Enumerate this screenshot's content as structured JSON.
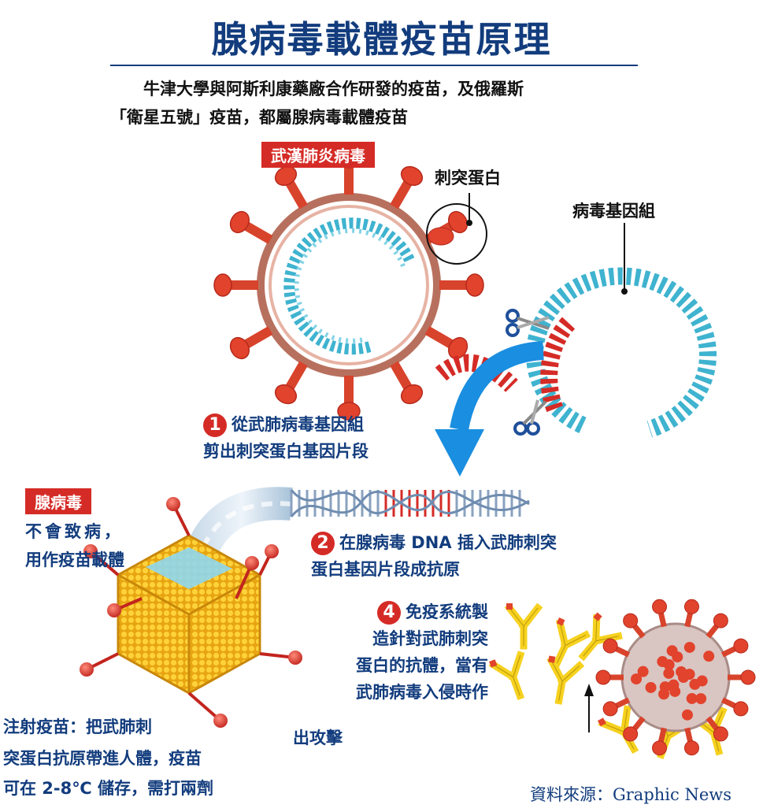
{
  "title": "腺病毒載體疫苗原理",
  "intro_line1": "牛津大學與阿斯利康藥廠合作研發的疫苗，及俄羅斯",
  "intro_line2": "「衛星五號」疫苗，都屬腺病毒載體疫苗",
  "covid_tag": "武漢肺炎病毒",
  "spike_label": "刺突蛋白",
  "genome_label": "病毒基因組",
  "step1_num": "1",
  "step1_line1": "從武肺病毒基因組",
  "step1_line2": "剪出刺突蛋白基因片段",
  "adeno_tag": "腺病毒",
  "adeno_line1": "不會致病，",
  "adeno_line2": "用作疫苗載體",
  "step2_num": "2",
  "step2_line1": "在腺病毒 DNA 插入武肺刺突",
  "step2_line2": "蛋白基因片段成抗原",
  "step4_num": "4",
  "step4_line1": "免疫系統製",
  "step4_line2": "造針對武肺刺突",
  "step4_line3": "蛋白的抗體，當有",
  "step4_line4": "武肺病毒入侵時作",
  "step4_line5": "出攻擊",
  "inject_line1": "注射疫苗：把武肺刺",
  "inject_line2": "突蛋白抗原帶進人體，疫苗",
  "inject_line3": "可在 2-8℃ 儲存，需打兩劑",
  "source": "資料來源：Graphic News",
  "colors": {
    "title_blue": "#123c7d",
    "virus_red": "#d52b26",
    "rna_cyan": "#3fb3cf",
    "arrow_blue": "#1a8ee0",
    "capsid_gold": "#f3b81c",
    "antibody_yellow": "#f6d11e"
  },
  "icons": [
    "scissors-icon",
    "blue-arrow-icon",
    "pointer-arrow-icon"
  ]
}
